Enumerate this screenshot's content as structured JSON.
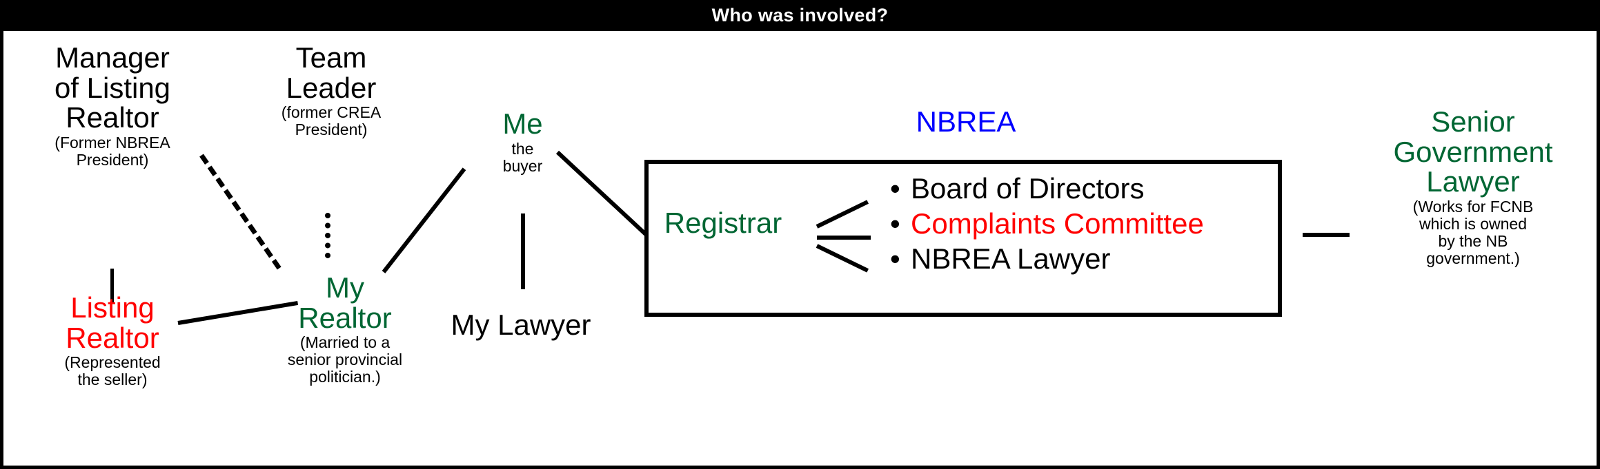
{
  "header": {
    "title": "Who was involved?"
  },
  "colors": {
    "black": "#000000",
    "white": "#ffffff",
    "green": "#006633",
    "red": "#ff0000",
    "blue": "#0000ff"
  },
  "nodes": {
    "manager_of_listing_realtor": {
      "main": "Manager\nof Listing\nRealtor",
      "sub": "(Former NBREA\nPresident)",
      "color": "black"
    },
    "team_leader": {
      "main": "Team\nLeader",
      "sub": "(former CREA\nPresident)",
      "color": "black"
    },
    "listing_realtor": {
      "main": "Listing\nRealtor",
      "sub": "(Represented\nthe seller)",
      "color": "red"
    },
    "my_realtor": {
      "main": "My\nRealtor",
      "sub": "(Married to a\nsenior provincial\npolitician.)",
      "color": "green"
    },
    "me": {
      "main": "Me",
      "sub": "the\nbuyer",
      "color": "green"
    },
    "my_lawyer": {
      "main": "My Lawyer",
      "sub": "",
      "color": "black"
    },
    "senior_government_lawyer": {
      "main": "Senior\nGovernment\nLawyer",
      "sub": "(Works for FCNB\nwhich is owned\nby the NB\ngovernment.)",
      "color": "green"
    }
  },
  "nbrea": {
    "label": "NBREA",
    "registrar": "Registrar",
    "bullet_marker": "•",
    "items": [
      {
        "label": "Board of Directors",
        "color": "#000000"
      },
      {
        "label": "Complaints Committee",
        "color": "#ff0000"
      },
      {
        "label": "NBREA Lawyer",
        "color": "#000000"
      }
    ]
  },
  "connectors": [
    {
      "name": "manager-to-my-realtor",
      "style": "dashed"
    },
    {
      "name": "team-leader-to-my-realtor",
      "style": "dotted"
    },
    {
      "name": "manager-to-listing-realtor",
      "style": "solid"
    },
    {
      "name": "listing-realtor-to-my-realtor",
      "style": "solid"
    },
    {
      "name": "my-realtor-to-me",
      "style": "solid"
    },
    {
      "name": "me-to-my-lawyer",
      "style": "solid"
    },
    {
      "name": "me-to-nbrea",
      "style": "solid"
    },
    {
      "name": "registrar-to-board",
      "style": "solid"
    },
    {
      "name": "registrar-to-complaints",
      "style": "solid"
    },
    {
      "name": "registrar-to-nbrea-lawyer",
      "style": "solid"
    },
    {
      "name": "nbrea-to-senior-government-lawyer",
      "style": "solid"
    }
  ]
}
